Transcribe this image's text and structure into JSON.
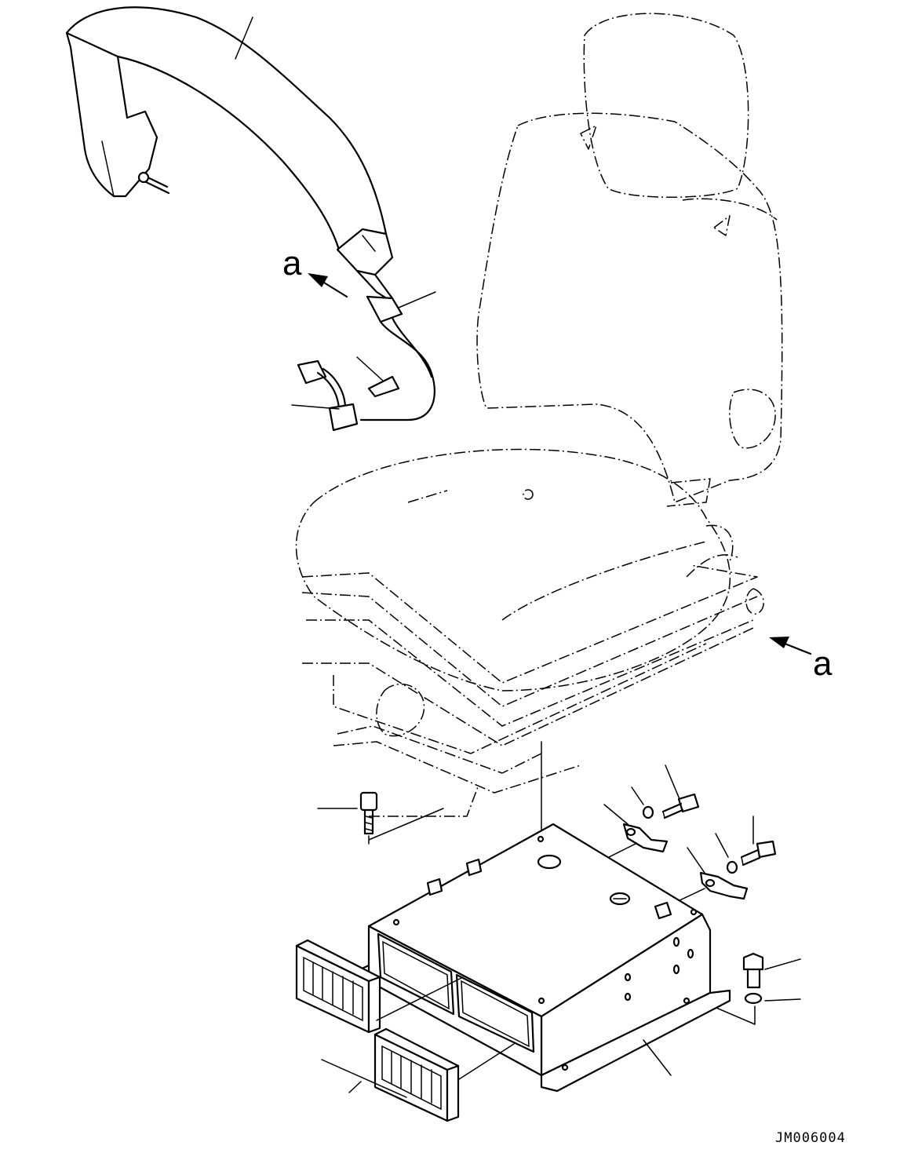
{
  "diagram": {
    "view_labels": {
      "upper": "a",
      "lower": "a"
    },
    "drawing_code": "JM006004"
  }
}
